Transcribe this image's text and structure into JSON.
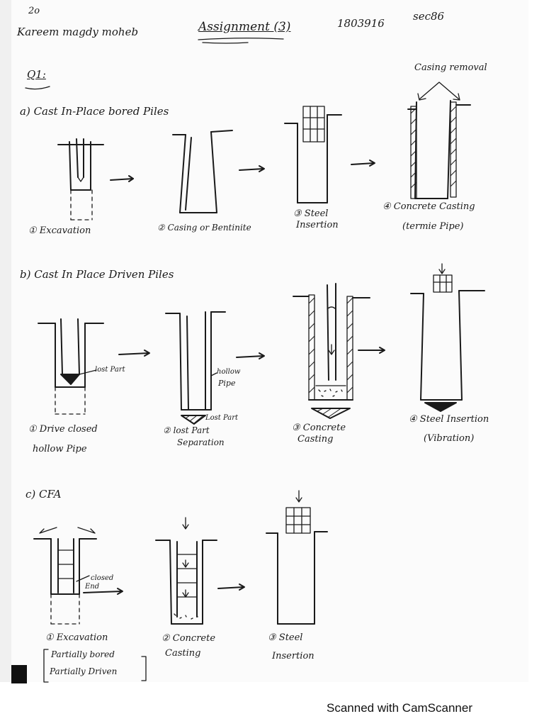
{
  "header": {
    "page_no": "2o",
    "name": "Kareem magdy moheb",
    "title": "Assignment (3)",
    "id": "1803916",
    "section": "sec86"
  },
  "question": "Q1:",
  "sections": {
    "a": {
      "heading": "a) Cast In-Place bored Piles",
      "casing_removal": "Casing removal",
      "steps": [
        "① Excavation",
        "② Casing or Bentinite",
        "③ Steel",
        "Insertion",
        "④ Concrete Casting",
        "(termie Pipe)"
      ]
    },
    "b": {
      "heading": "b) Cast In Place Driven Piles",
      "labels": {
        "lost_part": "lost Part",
        "hollow": "hollow",
        "pipe": "Pipe",
        "lost_part2": "Lost Part"
      },
      "steps": [
        "① Drive closed",
        "hollow Pipe",
        "② lost Part",
        "Separation",
        "③ Concrete",
        "Casting",
        "④ Steel Insertion",
        "(Vibration)"
      ]
    },
    "c": {
      "heading": "c) CFA",
      "labels": {
        "closed": "closed",
        "end": "End"
      },
      "steps": [
        "① Excavation",
        "Partially bored",
        "Partially Driven",
        "② Concrete",
        "Casting",
        "③ Steel",
        "Insertion"
      ]
    }
  },
  "footer": "Scanned with CamScanner"
}
